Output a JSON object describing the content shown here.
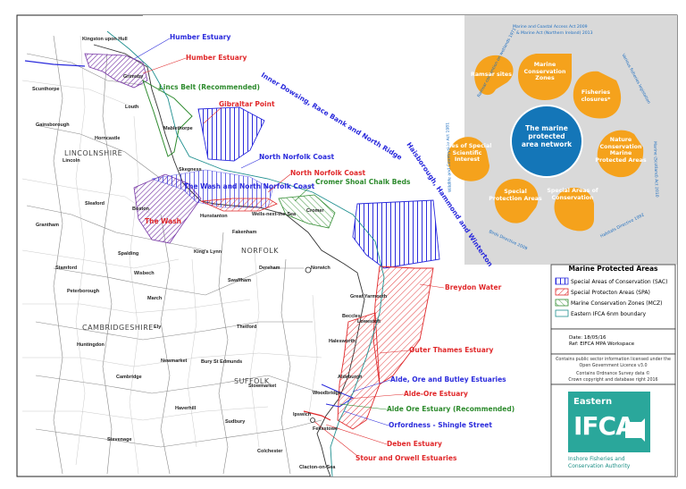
{
  "colors": {
    "sac": "#2b2bdc",
    "spa": "#e0282a",
    "mcz": "#2e8b2e",
    "ifca_boundary": "#1f8f8f",
    "orange": "#f5a21c",
    "center": "#1476b8",
    "panel_bg": "#d9d9d9"
  },
  "site_labels": {
    "humber_estuary_sac": "Humber Estuary",
    "humber_estuary_spa": "Humber Estuary",
    "lincs_belt": "Lincs Belt (Recommended)",
    "gibraltar_point": "Gibraltar Point",
    "inner_dowsing": "Inner Dowsing, Race Bank and North Ridge",
    "north_norfolk_coast_sac": "North Norfolk Coast",
    "north_norfolk_coast_spa": "North Norfolk Coast",
    "wash_north_norfolk": "The Wash and North Norfolk Coast",
    "cromer_shoal": "Cromer Shoal Chalk Beds",
    "the_wash": "The Wash",
    "haisborough": "Haisborough, Hammond and Winterton",
    "breydon_water": "Breydon Water",
    "outer_thames": "Outer Thames Estuary",
    "alde_ore_butley": "Alde, Ore and Butley Estuaries",
    "alde_ore_estuary_spa": "Alde-Ore Estuary",
    "alde_ore_estuary_mcz": "Alde Ore Estuary (Recommended)",
    "orfordness": "Orfordness - Shingle Street",
    "deben_estuary": "Deben Estuary",
    "stour_orwell": "Stour and Orwell Estuaries"
  },
  "counties": [
    "LINCOLNSHIRE",
    "NORFOLK",
    "CAMBRIDGESHIRE",
    "SUFFOLK"
  ],
  "towns": {
    "hull": "Kingston upon Hull",
    "scunthorpe": "Scunthorpe",
    "grimsby": "Grimsby",
    "gainsborough": "Gainsborough",
    "lincoln": "Lincoln",
    "skegness": "Skegness",
    "boston": "Boston",
    "sleaford": "Sleaford",
    "spalding": "Spalding",
    "kings_lynn": "King's Lynn",
    "peterborough": "Peterborough",
    "wisbech": "Wisbech",
    "norwich": "Norwich",
    "swaffham": "Swaffham",
    "thetford": "Thetford",
    "great_yarmouth": "Great Yarmouth",
    "lowestoft": "Lowestoft",
    "cambridge": "Cambridge",
    "bury": "Bury St Edmunds",
    "ipswich": "Ipswich",
    "felixstowe": "Felixstowe",
    "colchester": "Colchester",
    "clacton": "Clacton-on-Sea",
    "huntingdon": "Huntingdon",
    "sudbury": "Sudbury",
    "stevenage": "Stevenage",
    "cromer": "Cromer",
    "fakenham": "Fakenham",
    "dereham": "Dereham",
    "beccles": "Beccles",
    "halesworth": "Halesworth",
    "haverhill": "Haverhill",
    "march": "March",
    "ely": "Ely",
    "newmarket": "Newmarket",
    "stowmarket": "Stowmarket",
    "woodbridge": "Woodbridge",
    "horncastle": "Horncastle",
    "louth": "Louth",
    "mablethorpe": "Mablethorpe",
    "grantham": "Grantham",
    "stamford": "Stamford",
    "hunstanton": "Hunstanton",
    "wells": "Wells-next-the-Sea",
    "aldeburgh": "Aldeburgh"
  },
  "network": {
    "center": "The marine protected area network",
    "petals": [
      "Marine Conservation Zones",
      "Fisheries closures*",
      "Nature Conservation Marine Protected Areas",
      "Special Areas of Conservation",
      "Special Protection Areas",
      "Sites of Special Scientific Interest",
      "Ramsar sites"
    ],
    "acts_top": "Marine and Coastal Access Act 2009",
    "acts_top2": "& Marine Act (Northern Ireland) 2013",
    "ramsar_conv": "Ramsar convention on wetlands 1971",
    "marine_sc_act": "Marine (Scotland) Act 2010",
    "wildlife_act": "Wildlife and Countryside Act 1981",
    "habitats": "Habitats Directive 1992",
    "birds": "Birds Directive 2009",
    "various": "Various fisheries legislation"
  },
  "legend": {
    "title": "Marine Protected Areas",
    "items": [
      "Special Areas of Conservation (SAC)",
      "Special Protecton Areas (SPA)",
      "Marine Conservation Zones (MCZ)",
      "Eastern IFCA 6nm boundary"
    ]
  },
  "info": {
    "date": "Date: 18/05/16",
    "ref": "Ref:   EIFCA MPA Workspace"
  },
  "license": {
    "line1": "Contains public sector information licensed under the",
    "line2": "Open Government Licence v3.0",
    "line3": "Contains Ordnance Survey data ©",
    "line4": "Crown copyright and database right 2016"
  },
  "logo": {
    "region": "Eastern",
    "name": "IFCA",
    "sub1": "Inshore Fisheries and",
    "sub2": "Conservation Authority"
  }
}
